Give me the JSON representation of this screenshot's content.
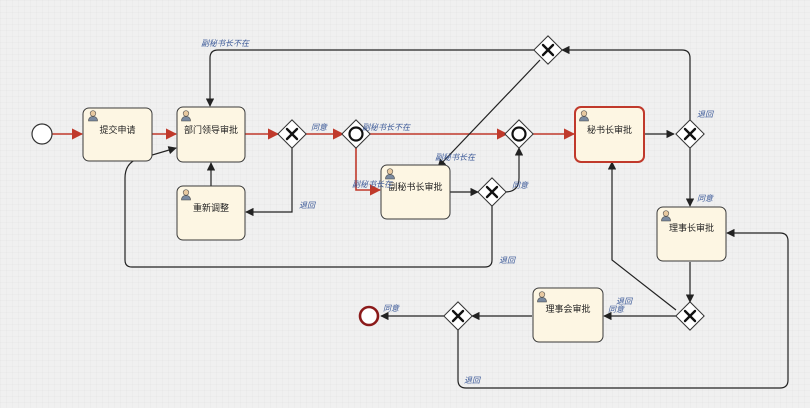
{
  "tasks": {
    "submit": "提交申请",
    "dept_approve": "部门领导审批",
    "readjust": "重新调整",
    "deputy_approve": "副秘书长审批",
    "secretary_approve": "秘书长审批",
    "director_approve": "理事长审批",
    "council_approve": "理事会审批"
  },
  "labels": {
    "deputy_absent_top": "副秘书长不在",
    "agree_1": "同意",
    "deputy_absent_mid": "副秘书长不在",
    "deputy_present_1": "副秘书长在",
    "deputy_present_2": "副秘书长在",
    "return_1": "退回",
    "agree_2": "同意",
    "return_2": "退回",
    "return_3": "退回",
    "agree_3": "同意",
    "return_4": "退回",
    "agree_4": "同意",
    "agree_end": "同意",
    "return_5": "退回"
  },
  "colors": {
    "active_flow": "#c0392b",
    "task_fill": "#fdf6e3",
    "label_text": "#3b5998"
  },
  "icons": {
    "task_icon": "user-icon",
    "gateway_exclusive": "x-gateway-icon",
    "gateway_event": "circle-gateway-icon"
  }
}
